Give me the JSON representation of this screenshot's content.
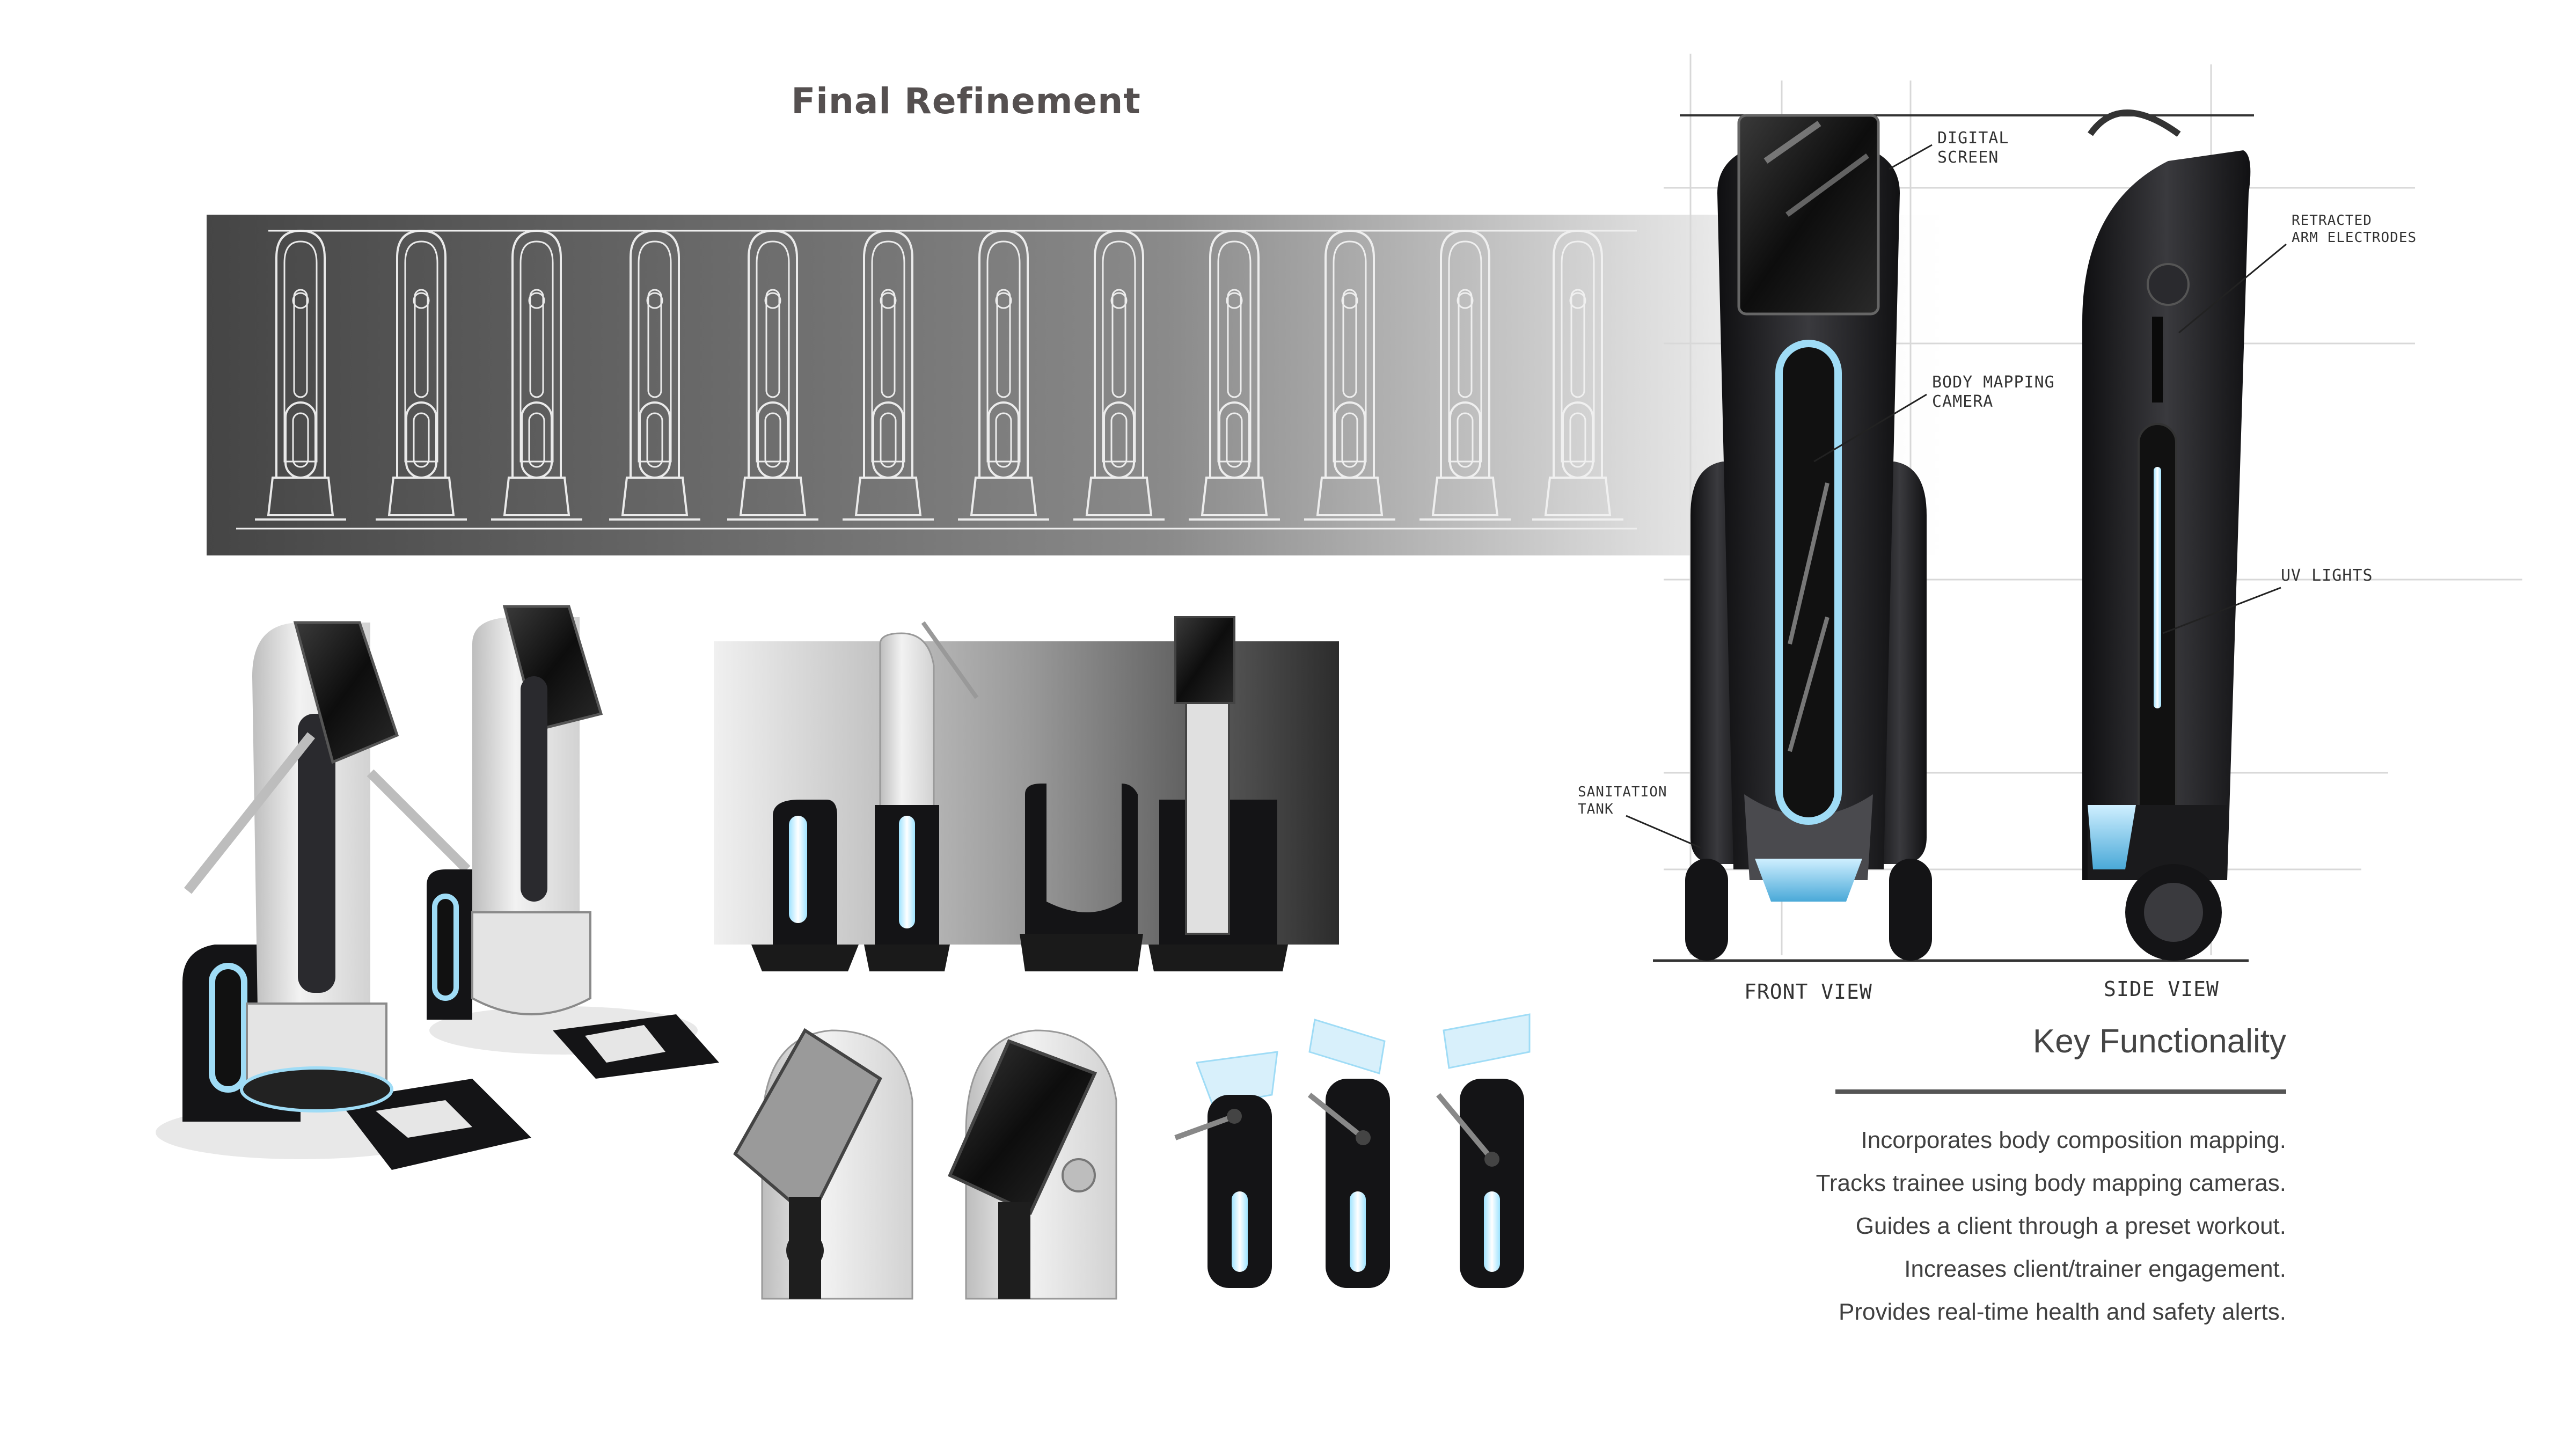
{
  "title": "Final Refinement",
  "annotations": {
    "digital_screen": "DIGITAL\nSCREEN",
    "body_mapping_camera": "BODY MAPPING\nCAMERA",
    "sanitation_tank": "SANITATION\nTANK",
    "retracted_arm_electrodes": "RETRACTED\nARM ELECTRODES",
    "uv_lights": "UV LIGHTS",
    "front_view": "FRONT VIEW",
    "side_view": "SIDE VIEW"
  },
  "key_functionality": {
    "heading": "Key Functionality",
    "items": [
      "Incorporates body composition mapping.",
      "Tracks trainee using body mapping cameras.",
      "Guides a client through a preset workout.",
      "Increases client/trainer engagement.",
      "Provides real-time health and safety alerts."
    ]
  },
  "colors": {
    "title": "#555050",
    "uv_glow": "#7fd3f7",
    "body_dark": "#1c1c1f",
    "body_light": "#e2e2e2"
  }
}
